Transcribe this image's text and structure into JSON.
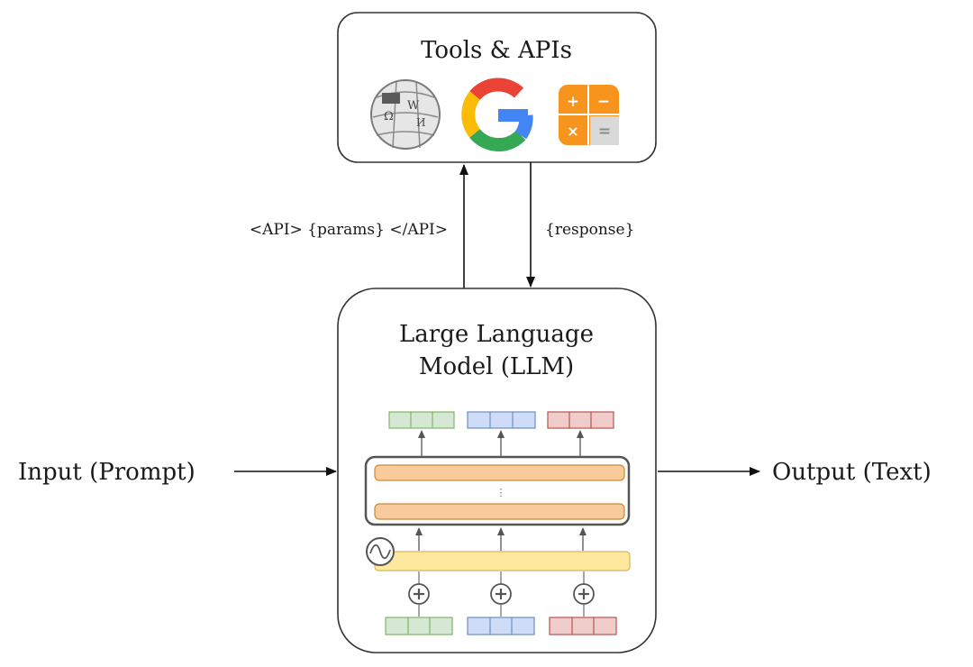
{
  "tools_box": {
    "title": "Tools & APIs",
    "icons": [
      "wikipedia-logo",
      "google-logo",
      "calculator-app"
    ],
    "calculator_symbols": [
      "+",
      "−",
      "×",
      "="
    ]
  },
  "llm_box": {
    "title_line1": "Large Language",
    "title_line2": "Model (LLM)",
    "vertical_dots": "⋮"
  },
  "arrows": {
    "api_call": "<API> {params} </API>",
    "response": "{response}"
  },
  "io": {
    "input": "Input (Prompt)",
    "output": "Output (Text)"
  },
  "colors": {
    "green_token": "#d5e8d4",
    "green_stroke": "#82b366",
    "blue_token": "#cfdcf7",
    "blue_stroke": "#6c8ebf",
    "red_token": "#f0cccb",
    "red_stroke": "#b85450",
    "layer_orange": "#f9cb9c",
    "layer_orange_stroke": "#d79b00",
    "embed_yellow": "#fde8a0",
    "embed_yellow_stroke": "#d6b656",
    "google_blue": "#4285f4",
    "google_red": "#ea4335",
    "google_yellow": "#fbbc05",
    "google_green": "#34a853",
    "calc_orange": "#f7941d",
    "calc_gray": "#d9d9d9"
  }
}
